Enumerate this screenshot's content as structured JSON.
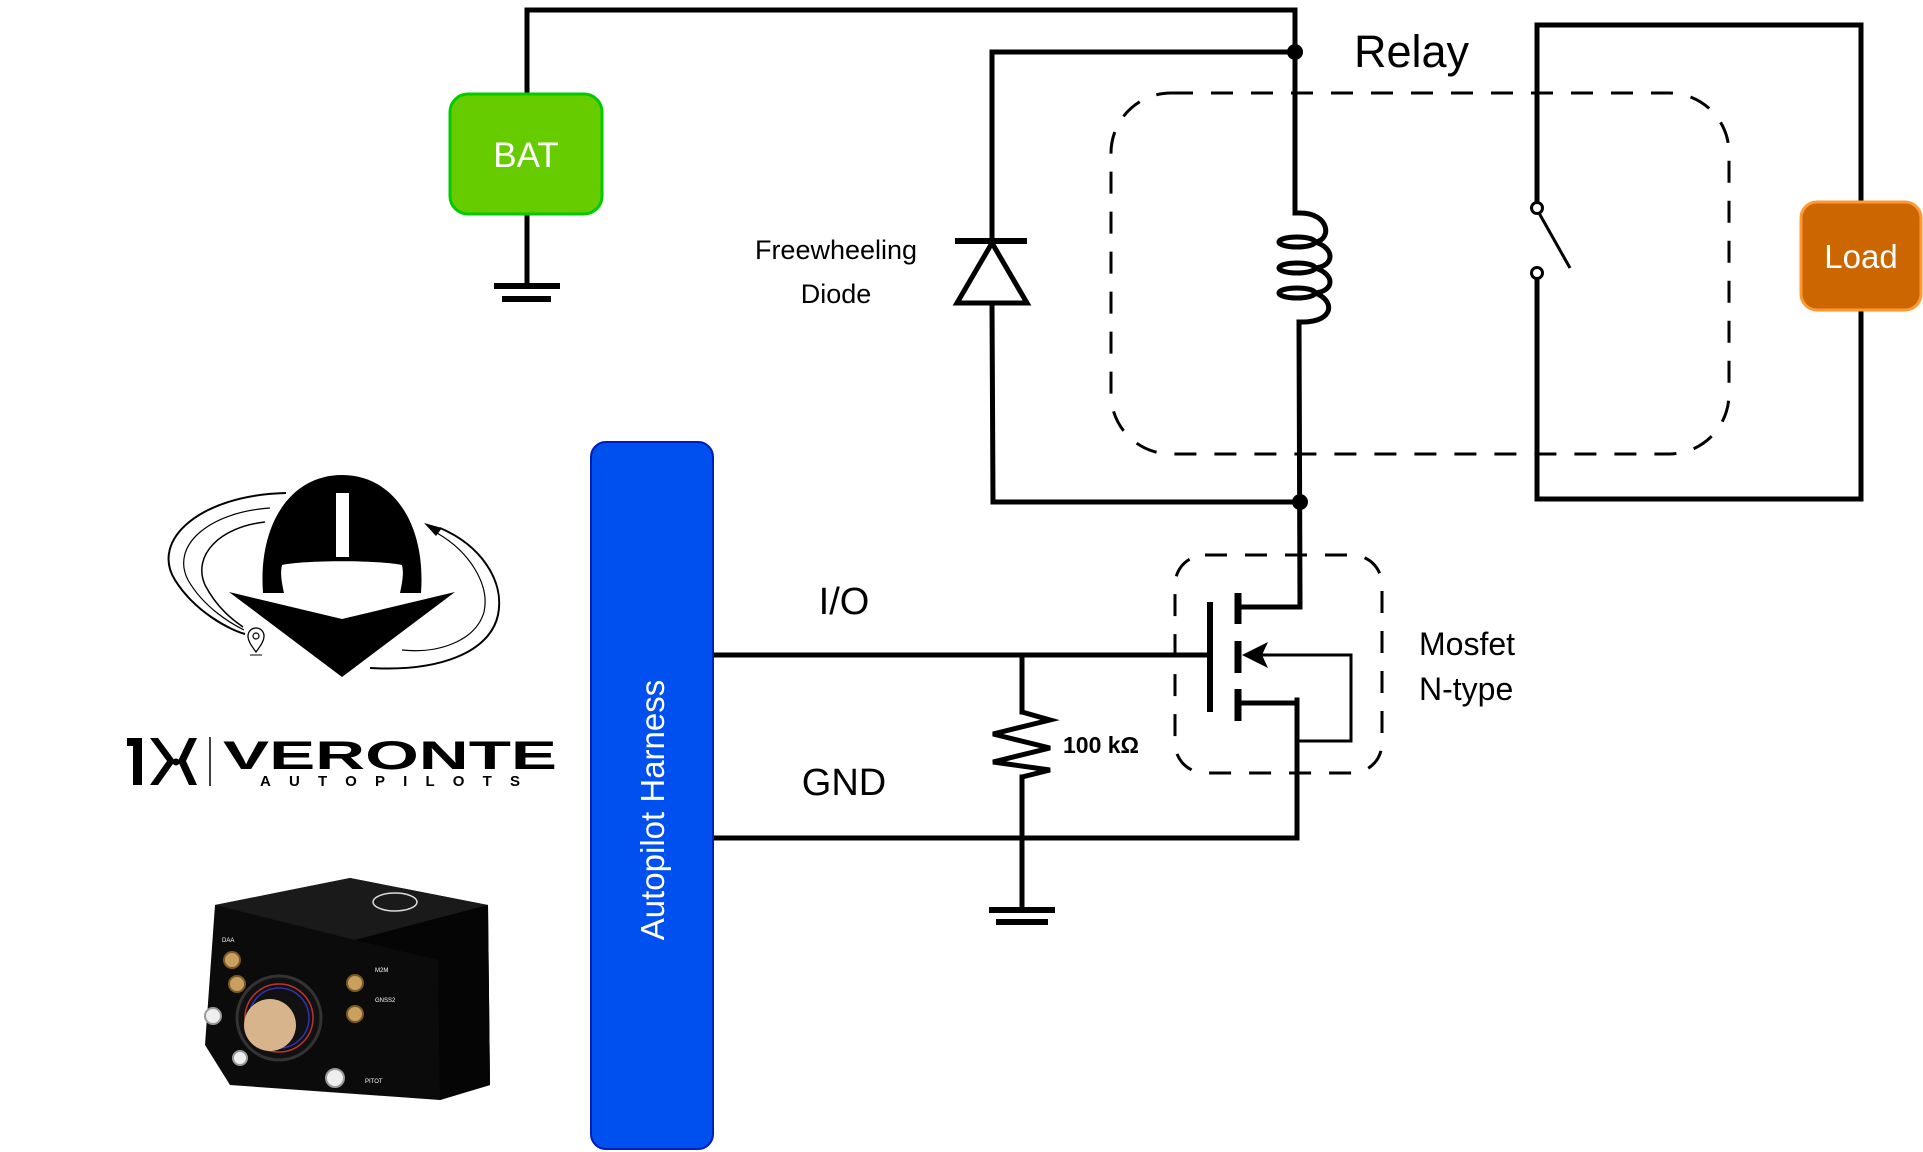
{
  "diagram": {
    "title": "Relay driven by autopilot I/O through N-type MOSFET",
    "components": {
      "battery": {
        "label": "BAT",
        "fill": "#66CC00",
        "stroke": "#00CC00"
      },
      "load": {
        "label": "Load",
        "fill": "#CC6600",
        "stroke": "#FF9933"
      },
      "harness": {
        "label": "Autopilot Harness",
        "fill": "#0050EF",
        "stroke": "#001DBC"
      },
      "relay": {
        "label": "Relay"
      },
      "diode": {
        "label_line1": "Freewheeling",
        "label_line2": "Diode"
      },
      "resistor": {
        "label": "100 kΩ"
      },
      "mosfet": {
        "label_line1": "Mosfet",
        "label_line2": "N-type"
      }
    },
    "signals": {
      "io": "I/O",
      "gnd": "GND"
    },
    "branding": {
      "wordmark": "VERONTE",
      "tagline": "AUTOPILOTS",
      "device_ports": [
        "DAA",
        "M2M",
        "GNSS2",
        "PITOT"
      ]
    }
  }
}
